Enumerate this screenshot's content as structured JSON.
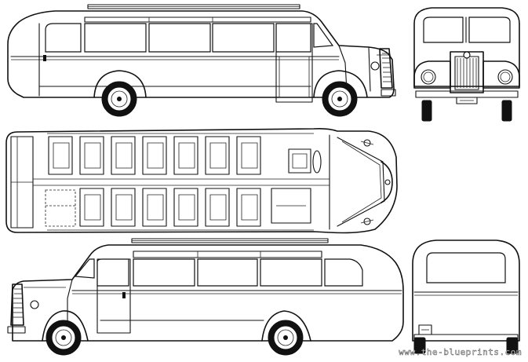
{
  "drawing": {
    "subject": "bus blueprint",
    "views": [
      "side-view-right",
      "front-view",
      "top-view",
      "side-view-left",
      "rear-view"
    ]
  },
  "watermark": "www.the-blueprints.com",
  "colors": {
    "line": "#111111",
    "background": "#ffffff"
  }
}
